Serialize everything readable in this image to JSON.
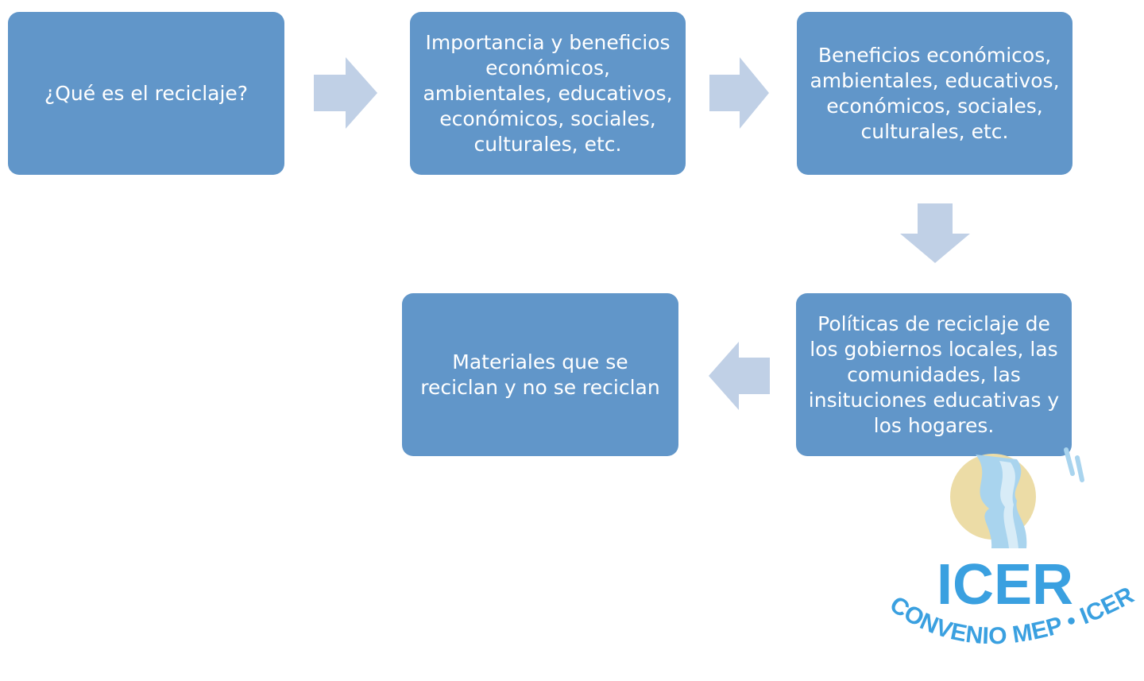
{
  "diagram": {
    "nodes": [
      {
        "id": "box1",
        "text": "¿Qué es el reciclaje?"
      },
      {
        "id": "box2",
        "text": "Importancia y beneficios\neconómicos,\nambientales,  educativos,\neconómicos, sociales,\nculturales, etc."
      },
      {
        "id": "box3",
        "text": "Beneficios económicos,\nambientales,  educativos,\neconómicos, sociales,\nculturales, etc."
      },
      {
        "id": "box4",
        "text": "Políticas de reciclaje de\nlos gobiernos locales, las\ncomunidades, las\ninsituciones educativas y\nlos hogares."
      },
      {
        "id": "box5",
        "text": "Materiales que se\nreciclan y no se reciclan"
      }
    ],
    "edges": [
      {
        "from": "box1",
        "to": "box2",
        "direction": "right"
      },
      {
        "from": "box2",
        "to": "box3",
        "direction": "right"
      },
      {
        "from": "box3",
        "to": "box4",
        "direction": "down"
      },
      {
        "from": "box4",
        "to": "box5",
        "direction": "left"
      }
    ]
  },
  "colors": {
    "box_fill": "#6196c9",
    "box_text": "#ffffff",
    "arrow_fill": "#c0d0e6",
    "logo_blue": "#3aa0e0",
    "logo_light_blue": "#a9d4ee",
    "logo_beige": "#ecdca6"
  },
  "logo": {
    "main_text": "ICER",
    "arc_text": "CONVENIO MEP • ICER"
  }
}
